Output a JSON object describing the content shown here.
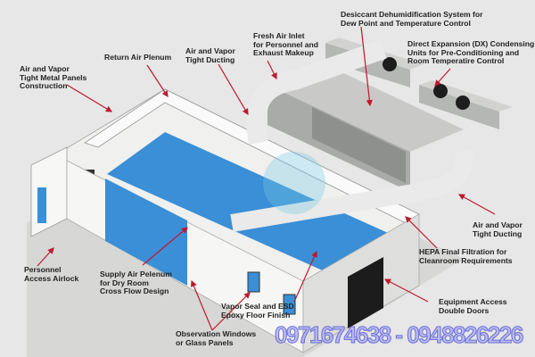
{
  "labels": {
    "metal_panels": "Air and Vapor\nTight Metal Panels\nConstruction",
    "return_plenum": "Return Air Plenum",
    "ducting_top": "Air and Vapor\nTight Ducting",
    "fresh_air": "Fresh Air Inlet\nfor Personnel and\nExhaust Makeup",
    "desiccant": "Desiccant Dehumidification System for\nDew Point and Temperature Control",
    "dx_units": "Direct Expansion (DX) Condensing\nUnits for Pre-Conditioning and\nRoom Temperatire Control",
    "ducting_right": "Air and Vapor\nTight Ducting",
    "hepa": "HEPA Final Filtration for\nCleanroom Requirements",
    "double_doors": "Equipment Access\nDouble Doors",
    "airlock": "Personnel\nAccess Airlock",
    "supply_plenum": "Supply Air Pelenum\nfor Dry Room\nCross Flow Design",
    "windows": "Observation Windows\nor Glass Panels",
    "floor": "Vapor Seal and ESD\nEpoxy Floor Finish"
  },
  "watermark": "0971674638 - 0948826226",
  "colors": {
    "arrow": "#c0182f",
    "floor": "#3a8fd6",
    "panel": "#f4f4f2",
    "equipment": "#b9bbb8"
  }
}
